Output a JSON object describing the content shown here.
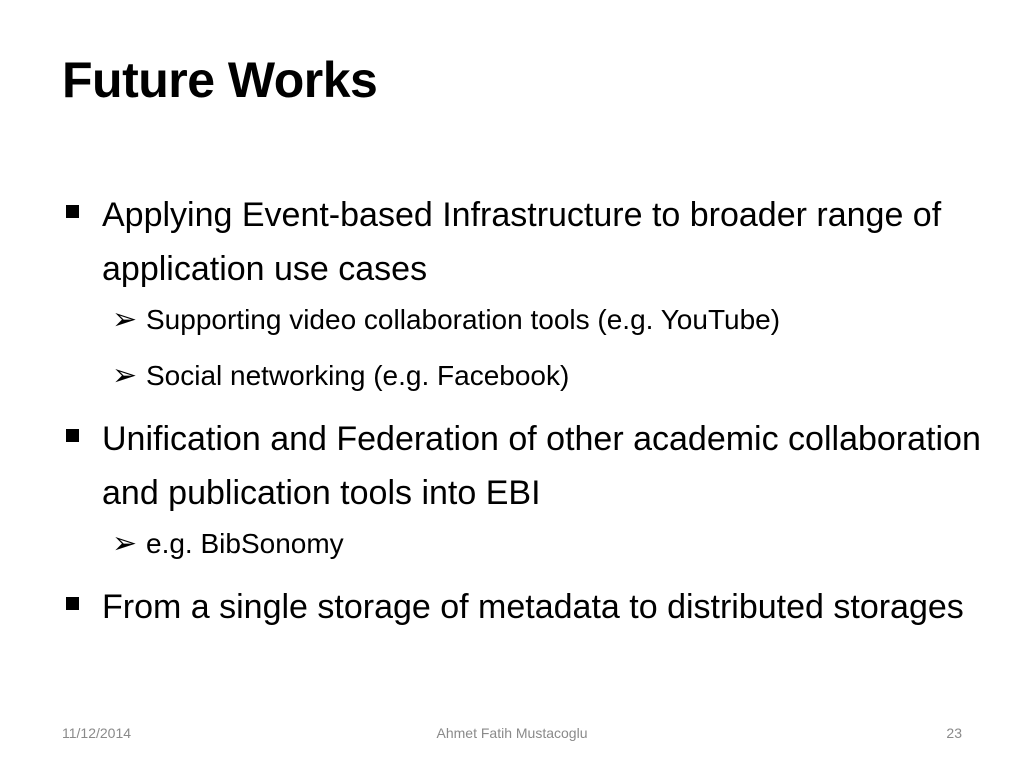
{
  "slide": {
    "title": "Future Works",
    "bullets": [
      {
        "text": "Applying Event-based Infrastructure to broader range of application use cases",
        "sub": [
          "Supporting video collaboration tools (e.g. YouTube)",
          "Social networking (e.g. Facebook)"
        ]
      },
      {
        "text": "Unification and Federation of other academic collaboration and publication tools into EBI",
        "sub": [
          "e.g. BibSonomy"
        ]
      },
      {
        "text": "From a single storage of metadata to distributed storages",
        "sub": []
      }
    ],
    "bullet_icon": "square-bullet-icon",
    "sub_bullet_icon": "arrowhead-bullet-icon"
  },
  "footer": {
    "date": "11/12/2014",
    "author": "Ahmet Fatih Mustacoglu",
    "page": "23"
  },
  "colors": {
    "text": "#000000",
    "footer_text": "#8a8a8a",
    "background": "#ffffff"
  }
}
